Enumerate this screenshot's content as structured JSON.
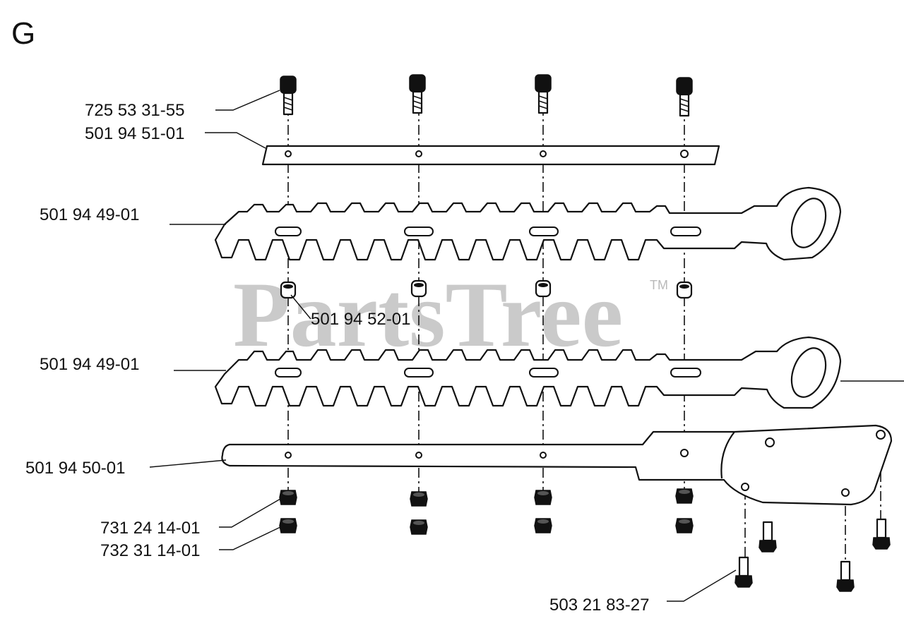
{
  "section_letter": "G",
  "watermark": {
    "text": "PartsTree",
    "trademark": "TM"
  },
  "callouts": [
    {
      "id": "bolt-top",
      "label": "725 53 31-55"
    },
    {
      "id": "cover-plate",
      "label": "501 94 51-01"
    },
    {
      "id": "blade-upper",
      "label": "501 94 49-01"
    },
    {
      "id": "spacer",
      "label": "501 94 52-01"
    },
    {
      "id": "blade-lower",
      "label": "501 94 49-01"
    },
    {
      "id": "guide-bar",
      "label": "501 94 50-01"
    },
    {
      "id": "washer",
      "label": "731 24 14-01"
    },
    {
      "id": "nut",
      "label": "732 31 14-01"
    },
    {
      "id": "screw-bracket",
      "label": "503 21 83-27"
    }
  ]
}
